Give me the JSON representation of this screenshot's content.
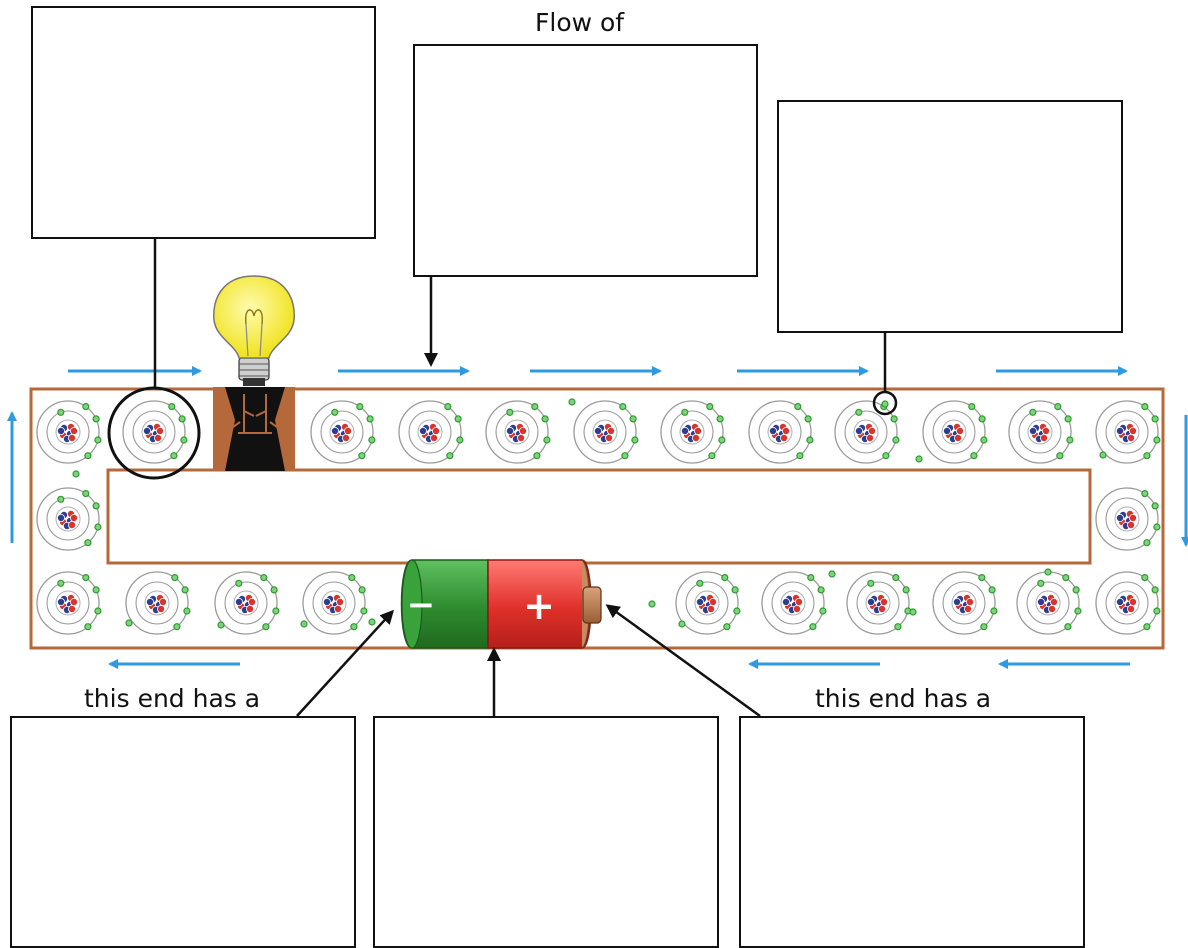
{
  "labels": {
    "flow_of": "Flow of",
    "this_end_left": "this end has a",
    "this_end_right": "this end has a"
  },
  "battery": {
    "negative_symbol": "−",
    "positive_symbol": "+"
  },
  "answer_boxes": [
    "",
    "",
    "",
    "",
    "",
    ""
  ],
  "colors": {
    "wire": "#b5683a",
    "arrow": "#2e9ae0",
    "proton": "#d8342c",
    "neutron": "#2c3f8f",
    "electron": "#2f9a2f",
    "battery_negative": "#2e8b2e",
    "battery_positive": "#e0302a",
    "bulb_glass": "#f3ea30",
    "outline": "#111111"
  },
  "icons": [
    "light-bulb-icon",
    "battery-icon",
    "atom-icon",
    "electron-icon",
    "current-arrow-icon"
  ]
}
